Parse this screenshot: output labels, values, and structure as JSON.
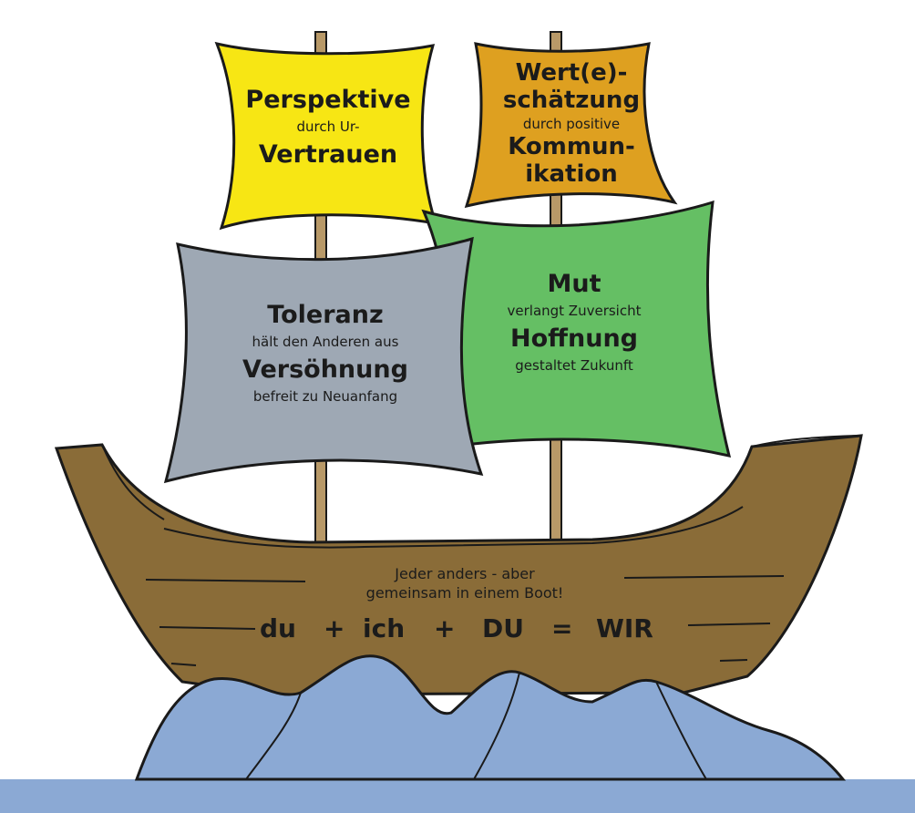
{
  "sails": {
    "top_left": {
      "line1": "Perspektive",
      "line2": "durch Ur-",
      "line3": "Vertrauen",
      "color": "#f7e614"
    },
    "top_right": {
      "line1": "Wert(e)-",
      "line2": "schätzung",
      "line3": "durch positive",
      "line4": "Kommun-",
      "line5": "ikation",
      "color": "#dea020"
    },
    "middle_left": {
      "line1": "Toleranz",
      "line2": "hält den Anderen aus",
      "line3": "Versöhnung",
      "line4": "befreit zu Neuanfang",
      "color": "#9ea8b4"
    },
    "middle_right": {
      "line1": "Mut",
      "line2": "verlangt Zuversicht",
      "line3": "Hoffnung",
      "line4": "gestaltet Zukunft",
      "color": "#65bf64"
    }
  },
  "hull": {
    "line1": "Jeder anders - aber",
    "line2": "gemeinsam in einem Boot!",
    "equation": {
      "t1": "du",
      "op1": "+",
      "t2": "ich",
      "op2": "+",
      "t3": "DU",
      "op3": "=",
      "t4": "WIR"
    },
    "color": "#8a6c38"
  },
  "water": {
    "wave_color": "#8ba9d4",
    "sea_color": "#8ba9d4"
  }
}
